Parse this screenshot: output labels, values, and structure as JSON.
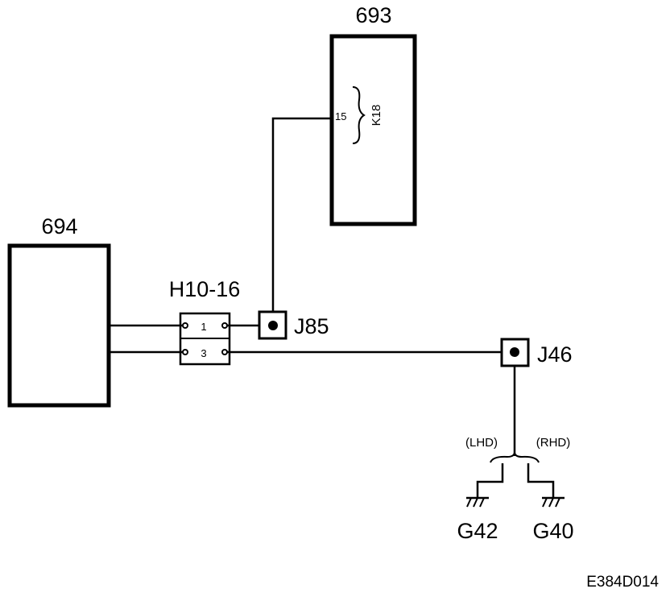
{
  "diagram": {
    "module_top": {
      "label": "693",
      "pin": "15",
      "connector": "K18"
    },
    "module_left": {
      "label": "694"
    },
    "connector_block": {
      "label": "H10-16",
      "pin_a": "1",
      "pin_b": "3"
    },
    "splice_upper": {
      "label": "J85"
    },
    "splice_lower": {
      "label": "J46"
    },
    "variant_left": "(LHD)",
    "variant_right": "(RHD)",
    "ground_left": "G42",
    "ground_right": "G40",
    "figure_code": "E384D014"
  }
}
